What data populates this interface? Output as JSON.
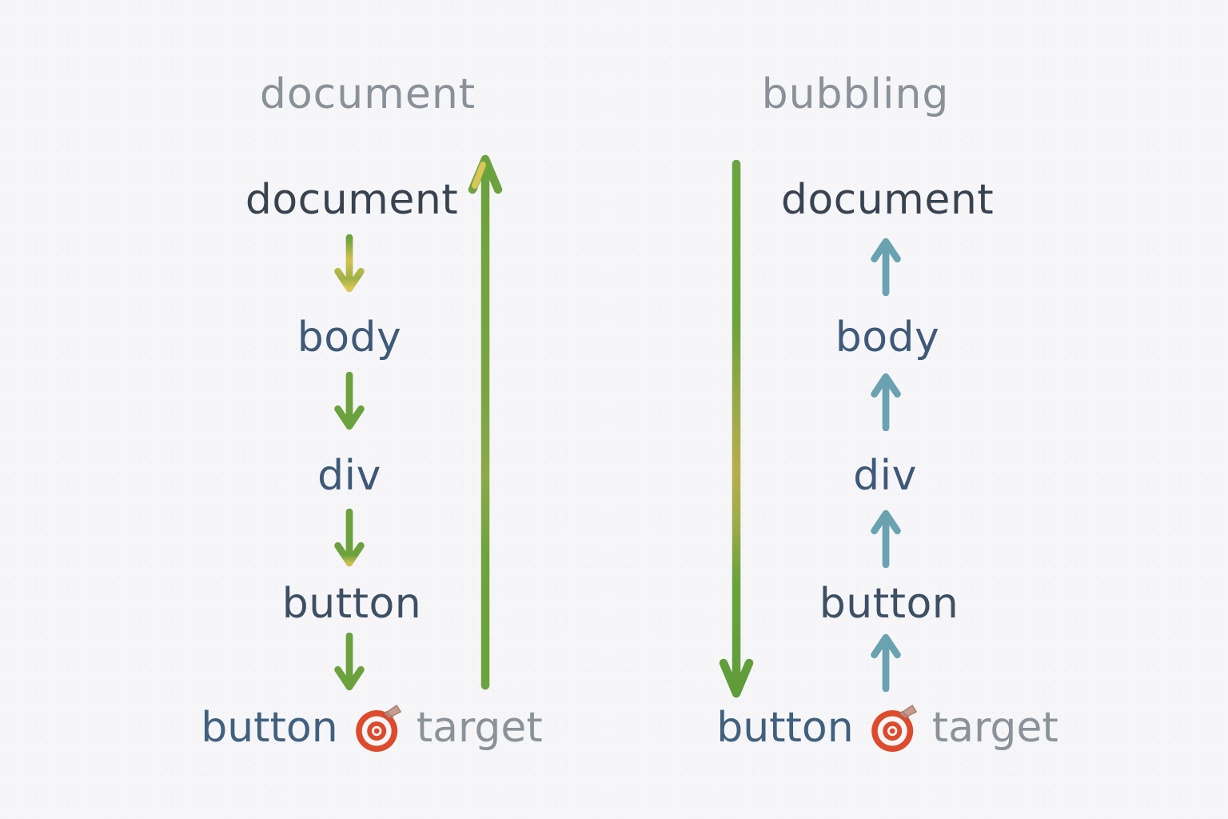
{
  "left": {
    "title": "document",
    "nodes": [
      "document",
      "body",
      "div",
      "button"
    ],
    "target_label": "button",
    "target_word": "target",
    "flow_arrow_direction": "up",
    "step_arrow_direction": "down"
  },
  "right": {
    "title": "bubbling",
    "nodes": [
      "document",
      "body",
      "div",
      "button"
    ],
    "target_label": "button",
    "target_word": "target",
    "flow_arrow_direction": "down",
    "step_arrow_direction": "up"
  },
  "icons": {
    "target": "target-bullseye-icon",
    "step_down": "arrow-down-icon",
    "step_up": "arrow-up-icon",
    "flow_up": "long-arrow-up-icon",
    "flow_down": "long-arrow-down-icon"
  },
  "colors": {
    "background": "#f6f6f8",
    "title_grey": "#8b9199",
    "node_dark": "#394350",
    "node_blue": "#3f5a78",
    "target_word_grey": "#8b9299",
    "arrow_green": "#6ba23d",
    "arrow_yellow": "#d9c753",
    "arrow_olive": "#b5ae4d",
    "arrow_blue": "#6aa2b2",
    "bullseye_red": "#dd4a2c",
    "dart_tan": "#c79b8d"
  }
}
